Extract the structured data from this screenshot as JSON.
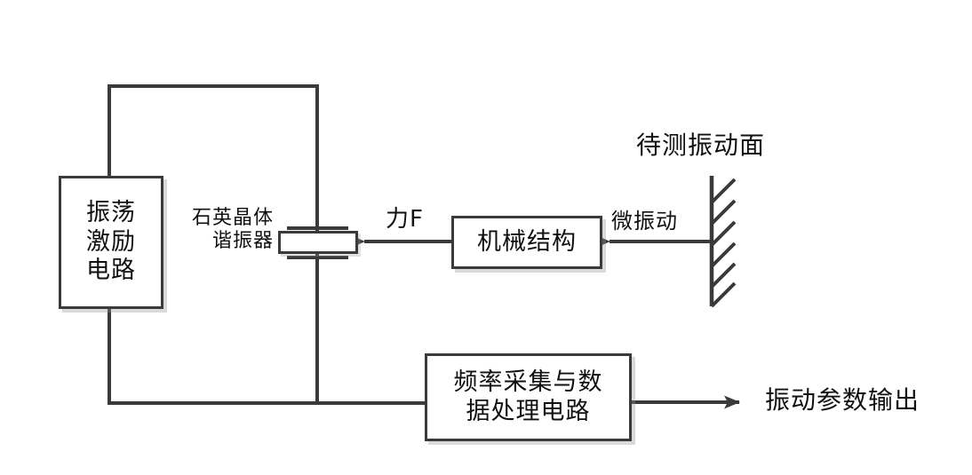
{
  "diagram": {
    "title": "quartz-crystal-vibration-measurement-block-diagram",
    "background_color": "#ffffff",
    "line_color": "#3a3a3a",
    "text_color": "#111111",
    "boxes": {
      "oscillator": {
        "label": "振荡\n激励\n电路",
        "name": "oscillation-excitation-circuit"
      },
      "mechanical": {
        "label": "机械结构",
        "name": "mechanical-structure"
      },
      "frequency": {
        "label": "频率采集与数\n据处理电路",
        "name": "frequency-acquisition-data-processing-circuit"
      }
    },
    "labels": {
      "crystal": "石英晶体\n谐振器",
      "force": "力F",
      "microvibration": "微振动",
      "surface": "待测振动面",
      "output": "振动参数输出"
    },
    "icons": {
      "crystal": "quartz-crystal-resonator-symbol",
      "wall": "fixed-wall-hatching-symbol",
      "force_arrow": "left-arrow",
      "vibration_arrow": "left-arrow",
      "output_arrow": "right-arrow"
    }
  }
}
